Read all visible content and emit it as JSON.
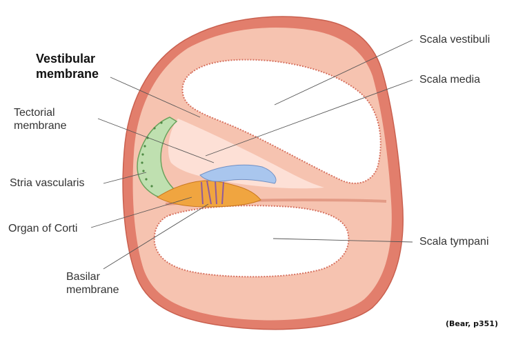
{
  "labels": {
    "vestibular_membrane": "Vestibular membrane",
    "tectorial_line1": "Tectorial",
    "tectorial_line2": "membrane",
    "stria": "Stria vascularis",
    "organ": "Organ of Corti",
    "basilar_line1": "Basilar",
    "basilar_line2": "membrane",
    "scala_vestibuli": "Scala vestibuli",
    "scala_media": "Scala media",
    "scala_tympani": "Scala tympani"
  },
  "citation": "(Bear, p351)",
  "colors": {
    "outer_wall": "#e98a78",
    "inner_wall": "#f7c4b1",
    "edge": "#d6705e",
    "stria": "#bfe0b0",
    "organ": "#f0a540",
    "tectorial": "#a9c6ee",
    "leader": "#555555"
  }
}
